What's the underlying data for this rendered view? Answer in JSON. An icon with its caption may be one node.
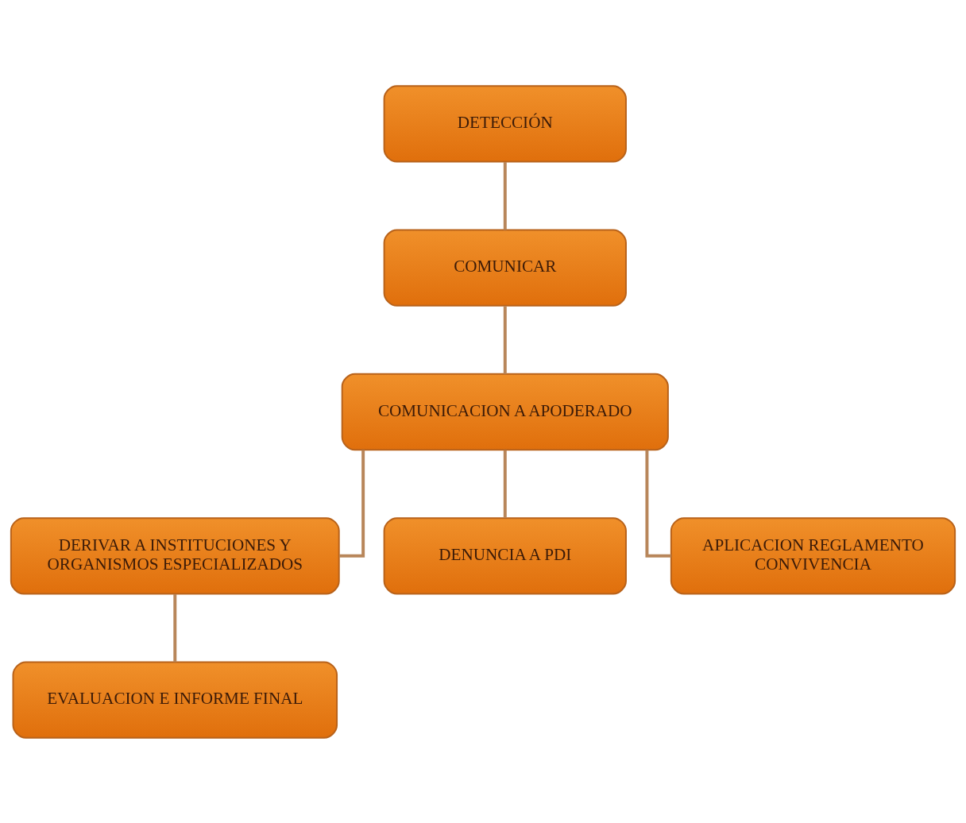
{
  "diagram": {
    "nodes": [
      {
        "text": [
          "DETECCIÓN"
        ]
      },
      {
        "text": [
          "COMUNICAR"
        ]
      },
      {
        "text": [
          "COMUNICACION A APODERADO"
        ]
      },
      {
        "text": [
          "DERIVAR A INSTITUCIONES Y ORGANISMOS ESPECIALIZADOS"
        ]
      },
      {
        "text": [
          "DENUNCIA A PDI"
        ]
      },
      {
        "text": [
          "APLICACION REGLAMENTO CONVIVENCIA"
        ]
      },
      {
        "text": [
          "EVALUACION E INFORME FINAL"
        ]
      }
    ],
    "edges": [
      {
        "from": 0,
        "to": 1,
        "arrow": "none"
      },
      {
        "from": 1,
        "to": 2,
        "arrow": "none"
      },
      {
        "from": 2,
        "to": 3,
        "arrow": "none"
      },
      {
        "from": 2,
        "to": 4,
        "arrow": "none"
      },
      {
        "from": 2,
        "to": 5,
        "arrow": "none"
      },
      {
        "from": 3,
        "to": 6,
        "arrow": "none"
      }
    ]
  }
}
